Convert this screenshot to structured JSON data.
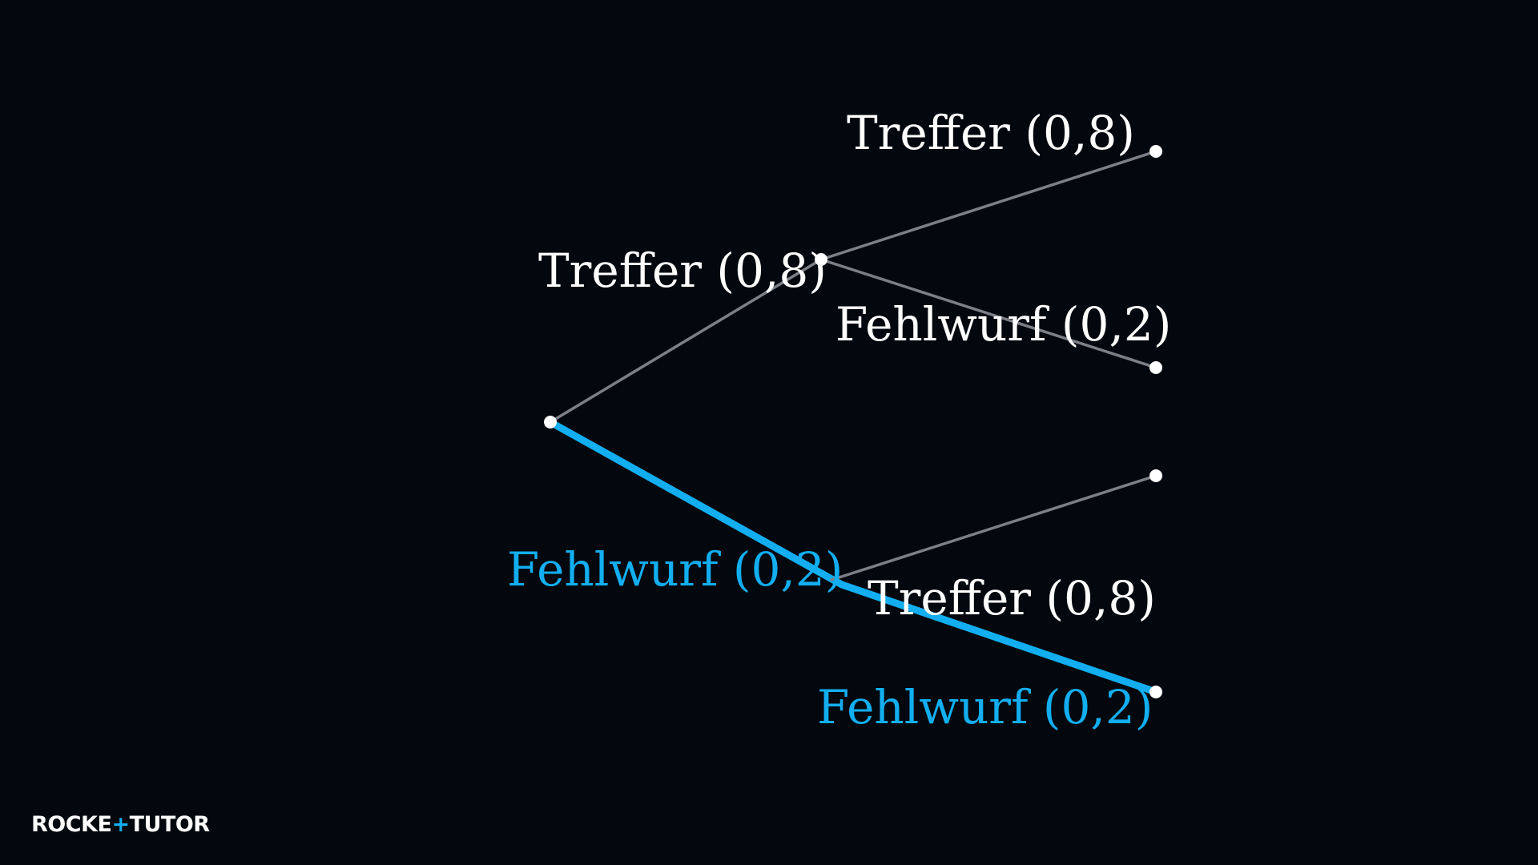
{
  "colors": {
    "background": "#03080e",
    "line": "#7c7f85",
    "highlight": "#12aef0",
    "text": "#ffffff",
    "node": "#ffffff"
  },
  "tree": {
    "level1": {
      "hit_label": "Treffer (0,8)",
      "miss_label": "Fehlwurf (0,2)"
    },
    "level2_after_hit": {
      "hit_label": "Treffer (0,8)",
      "miss_label": "Fehlwurf (0,2)"
    },
    "level2_after_miss": {
      "hit_label": "Treffer (0,8)",
      "miss_label": "Fehlwurf (0,2)"
    },
    "highlighted_path": [
      "Fehlwurf (0,2)",
      "Fehlwurf (0,2)"
    ]
  },
  "logo": {
    "part1": "ROCKE",
    "plus": "+",
    "part2": "TUTO",
    "part3": "R"
  }
}
